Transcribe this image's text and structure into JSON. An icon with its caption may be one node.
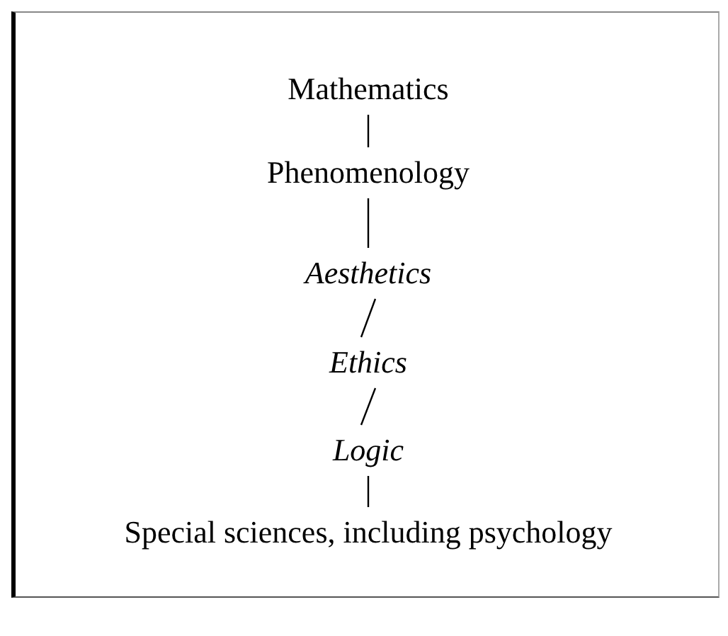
{
  "diagram": {
    "nodes": [
      {
        "text": [
          "Mathematics"
        ]
      },
      {
        "text": [
          "Phenomenology"
        ]
      },
      {
        "text": [
          "Aesthetics"
        ]
      },
      {
        "text": [
          "Ethics"
        ]
      },
      {
        "text": [
          "Logic"
        ]
      },
      {
        "text": [
          "Special sciences, including psychology"
        ]
      }
    ],
    "edges": [
      {
        "from": 0,
        "to": 1,
        "arrow": "none"
      },
      {
        "from": 1,
        "to": 2,
        "arrow": "none"
      },
      {
        "from": 2,
        "to": 3,
        "arrow": "none"
      },
      {
        "from": 3,
        "to": 4,
        "arrow": "none"
      },
      {
        "from": 4,
        "to": 5,
        "arrow": "none"
      }
    ]
  }
}
